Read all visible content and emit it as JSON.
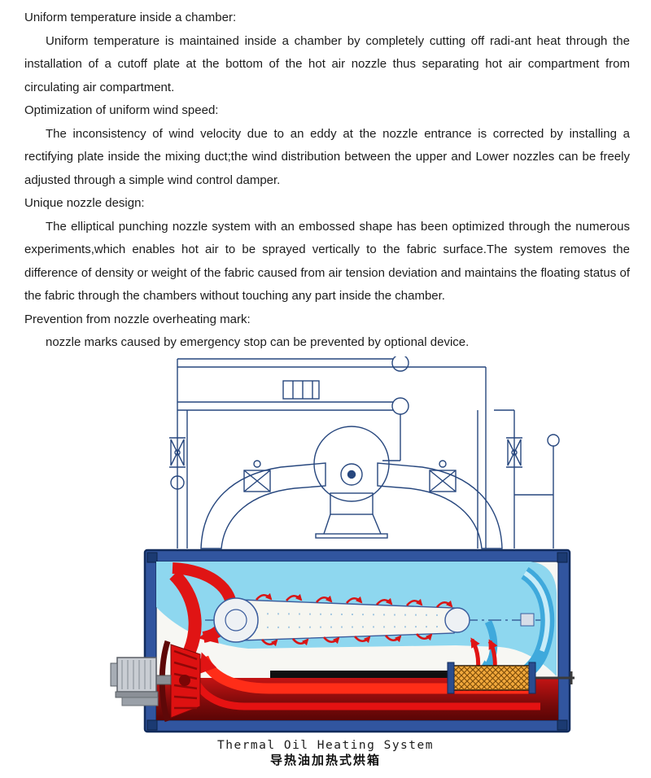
{
  "document": {
    "sections": [
      {
        "heading": "Uniform temperature inside a chamber:",
        "body": "Uniform temperature is maintained inside a chamber by completely cutting off radi-ant heat through the installation of a cutoff plate at the bottom of the hot air nozzle thus separating hot air compartment from circulating air compartment."
      },
      {
        "heading": "Optimization of uniform wind speed:",
        "body": "The inconsistency of wind velocity due to an eddy at the nozzle entrance is corrected by installing a rectifying plate inside the mixing duct;the wind distribution between the upper and Lower nozzles can be freely adjusted through a simple wind control damper."
      },
      {
        "heading": "Unique nozzle design:",
        "body": "The elliptical punching nozzle system with an embossed shape has been optimized through the numerous experiments,which enables hot air to be sprayed vertically to the fabric surface.The system removes the difference of density or weight of the fabric caused from air tension deviation and maintains the floating status of the fabric through the chambers without touching any part inside the chamber."
      },
      {
        "heading": "Prevention from nozzle overheating mark:",
        "body": "nozzle marks caused by emergency stop can be prevented by optional device."
      }
    ],
    "figure": {
      "caption_en": "Thermal Oil Heating System",
      "caption_zh": "导热油加热式烘箱"
    },
    "colors": {
      "blueprint_line": "#27477e",
      "frame_blue": "#31559f",
      "hot_red": "#e01414",
      "cool_cyan": "#8ed7ef",
      "heater_orange": "#f2a93c"
    }
  }
}
